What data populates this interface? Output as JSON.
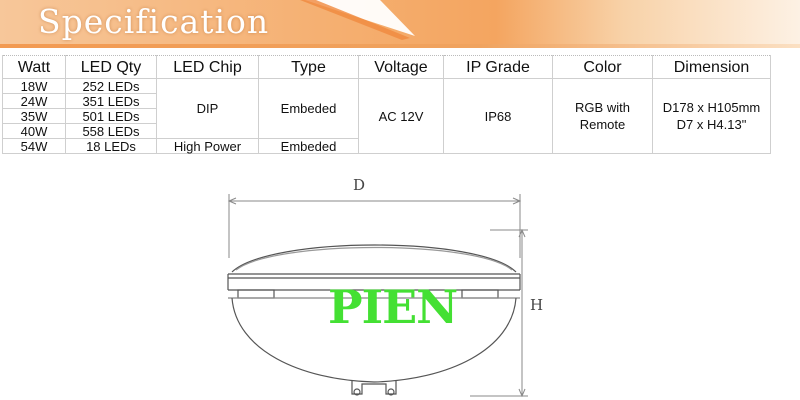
{
  "banner": {
    "title": "Specification"
  },
  "table": {
    "headers": [
      "Watt",
      "LED Qty",
      "LED Chip",
      "Type",
      "Voltage",
      "IP Grade",
      "Color",
      "Dimension"
    ],
    "rows": [
      {
        "watt": "18W",
        "qty": "252 LEDs"
      },
      {
        "watt": "24W",
        "qty": "351 LEDs"
      },
      {
        "watt": "35W",
        "qty": "501 LEDs"
      },
      {
        "watt": "40W",
        "qty": "558 LEDs"
      },
      {
        "watt": "54W",
        "qty": "18 LEDs"
      }
    ],
    "chip_dip": "DIP",
    "chip_high": "High Power",
    "type_1": "Embeded",
    "type_2": "Embeded",
    "voltage": "AC 12V",
    "ip_grade": "IP68",
    "color_line1": "RGB with",
    "color_line2": "Remote",
    "dimension_line1": "D178 x H105mm",
    "dimension_line2": "D7 x H4.13\""
  },
  "drawing": {
    "d_label": "D",
    "h_label": "H",
    "watermark": "PIEN"
  }
}
